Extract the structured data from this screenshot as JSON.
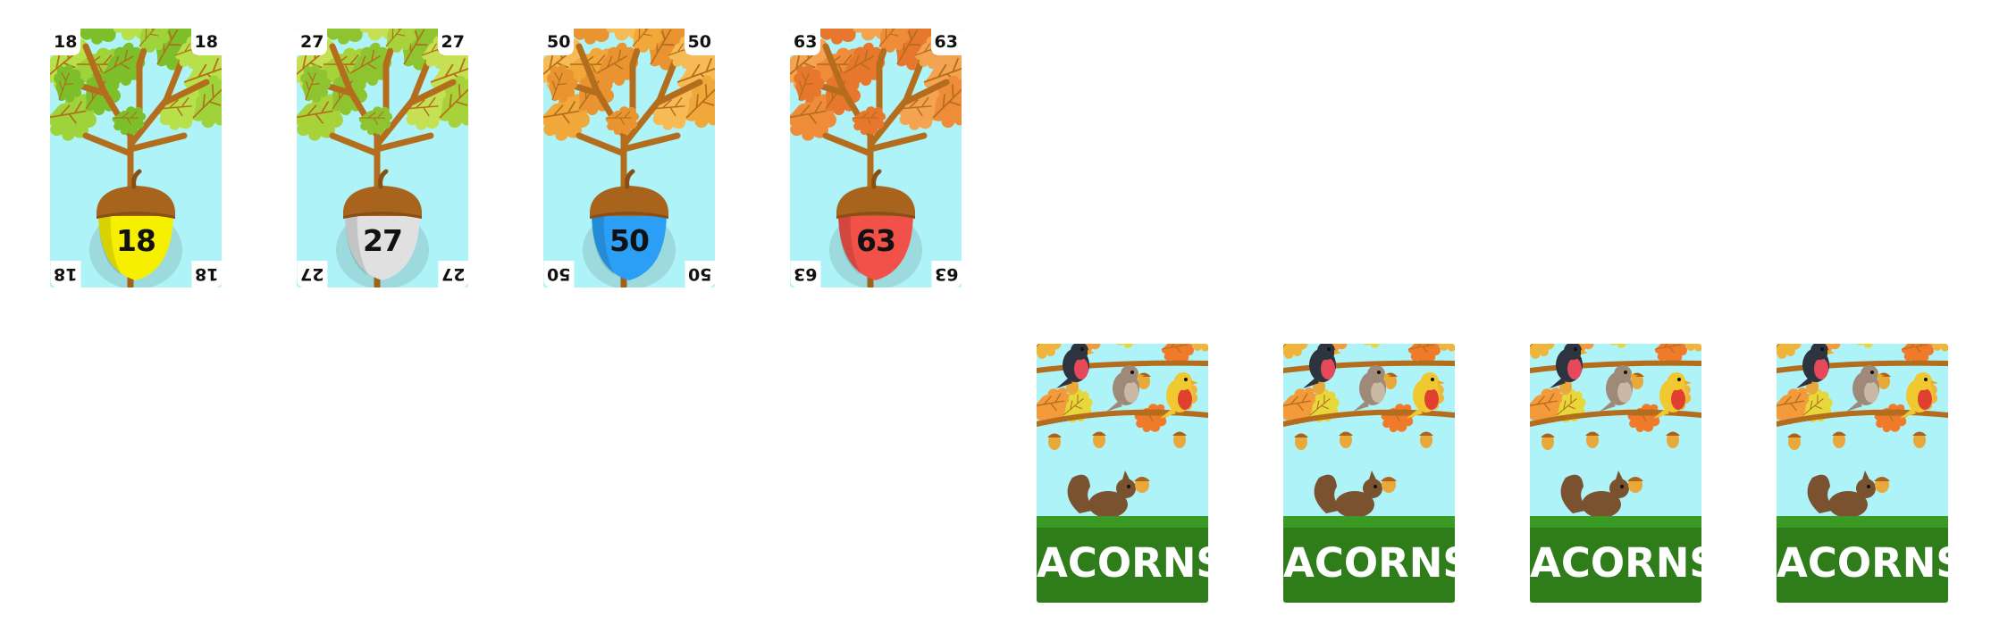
{
  "face_cards": [
    {
      "value": "18",
      "leaf_colors": [
        "#9ed43a",
        "#7cbf2a",
        "#b7e04a"
      ],
      "cap_color": "#f6f000"
    },
    {
      "value": "27",
      "leaf_colors": [
        "#a8d23a",
        "#8fc431",
        "#c5e052"
      ],
      "cap_color": "#e0e0e0"
    },
    {
      "value": "50",
      "leaf_colors": [
        "#f0a83a",
        "#e99430",
        "#f6bb55"
      ],
      "cap_color": "#2a9ff5"
    },
    {
      "value": "63",
      "leaf_colors": [
        "#ef8c3a",
        "#e6772d",
        "#f4a351"
      ],
      "cap_color": "#f2514a"
    }
  ],
  "back_cards": [
    {
      "label": "ACORNS"
    },
    {
      "label": "ACORNS"
    },
    {
      "label": "ACORNS"
    },
    {
      "label": "ACORNS"
    }
  ],
  "colors": {
    "sky": "#aef3f8",
    "branch": "#b36d1c",
    "acorn_cap": "#a8641c",
    "back_band": "#2e7d1a"
  }
}
